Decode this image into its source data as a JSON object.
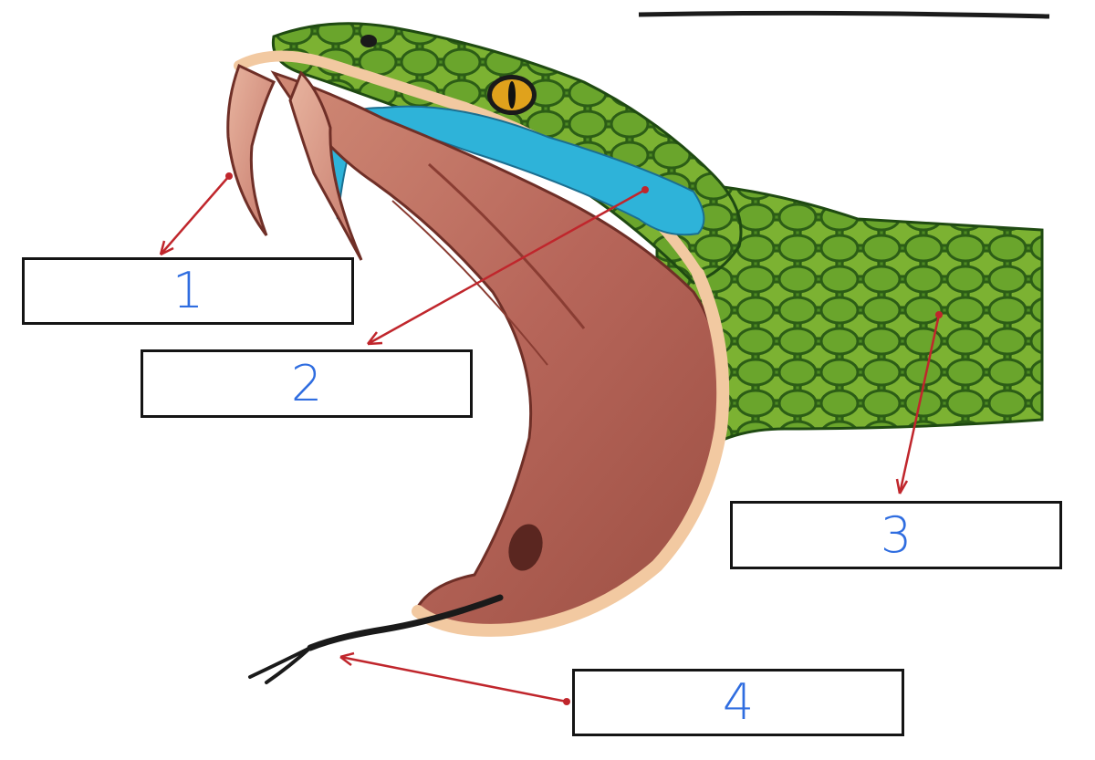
{
  "labels": [
    {
      "number": "1"
    },
    {
      "number": "2"
    },
    {
      "number": "3"
    },
    {
      "number": "4"
    }
  ],
  "colors": {
    "label_number": "#2f6de0",
    "arrow": "#c0262c",
    "box_border": "#141414",
    "scale_green_dark": "#1f5f16",
    "scale_green_light": "#8fbf2f",
    "mouth_flesh": "#b96a5c",
    "gum_edge": "#f2c9a1",
    "venom_gland": "#2eb3d9",
    "eye": "#e0a21c"
  }
}
